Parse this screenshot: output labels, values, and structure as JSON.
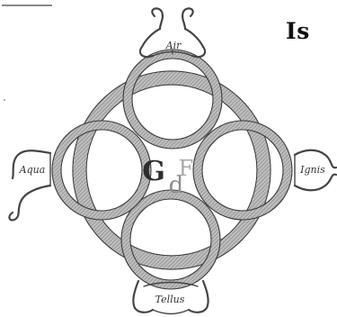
{
  "heading": "Is",
  "diagram": {
    "labels": {
      "top": "Air",
      "left": "Aqua",
      "right": "Ignis",
      "bottom": "Tellus"
    },
    "center_monogram": {
      "letter_1": "G",
      "letter_2": "d",
      "letter_3": "F"
    }
  }
}
